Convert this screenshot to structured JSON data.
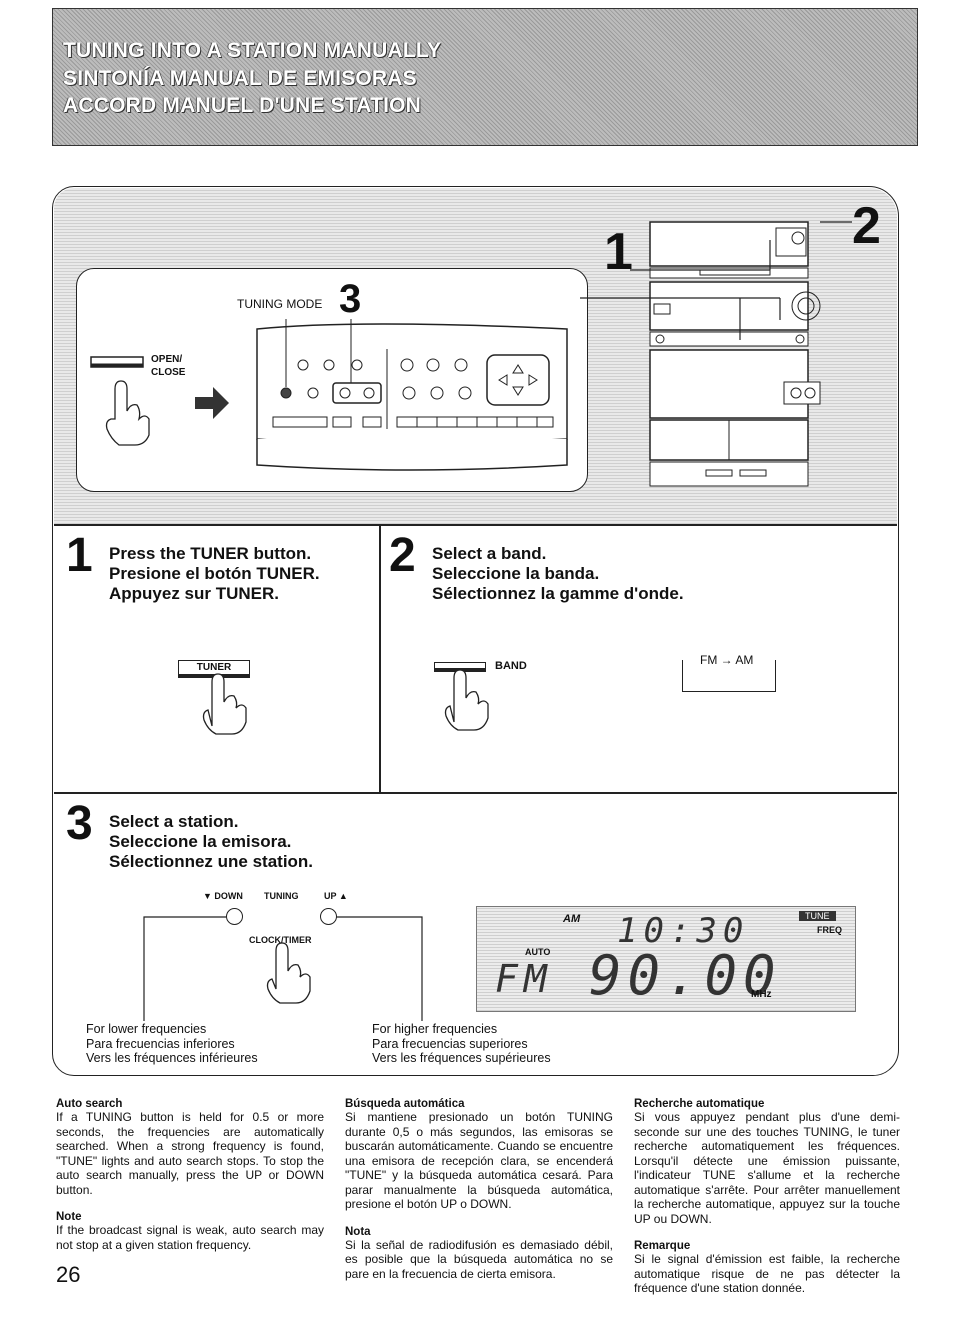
{
  "banner": {
    "line1": "TUNING INTO A STATION MANUALLY",
    "line2": "SINTONÍA MANUAL DE EMISORAS",
    "line3": "ACCORD MANUEL D'UNE STATION"
  },
  "illustration": {
    "tuning_mode_label": "TUNING MODE",
    "callout_3": "3",
    "callout_1": "1",
    "callout_2": "2",
    "open_close_label_1": "OPEN/",
    "open_close_label_2": "CLOSE"
  },
  "steps": [
    {
      "number": "1",
      "lines": [
        "Press the TUNER button.",
        "Presione el botón TUNER.",
        "Appuyez sur TUNER."
      ],
      "button_label": "TUNER"
    },
    {
      "number": "2",
      "lines": [
        "Select a band.",
        "Seleccione la banda.",
        "Sélectionnez la gamme d'onde."
      ],
      "button_label": "BAND",
      "band_cycle": "FM → AM"
    },
    {
      "number": "3",
      "lines": [
        "Select a station.",
        "Seleccione la emisora.",
        "Sélectionnez une station."
      ],
      "down_label": "▼ DOWN",
      "tuning_label": "TUNING",
      "up_label": "UP ▲",
      "clock_label": "CLOCK/TIMER",
      "lower": [
        "For lower frequencies",
        "Para frecuencias inferiores",
        "Vers les fréquences inférieures"
      ],
      "higher": [
        "For higher frequencies",
        "Para frecuencias superiores",
        "Vers les fréquences supérieures"
      ]
    }
  ],
  "display": {
    "am": "AM",
    "time": "10:30",
    "tune": "TUNE",
    "freq": "FREQ",
    "auto": "AUTO",
    "band": "FM",
    "frequency": "90.00",
    "unit": "MHz"
  },
  "columns": [
    {
      "heading": "Auto search",
      "body": "If a TUNING button is held for 0.5 or more seconds, the frequencies are automatically searched. When a strong frequency is found, \"TUNE\" lights and auto search stops. To stop the auto search manually, press the UP or DOWN button.",
      "note_heading": "Note",
      "note_body": "If the broadcast signal is weak, auto search may not stop at a given station frequency."
    },
    {
      "heading": "Búsqueda automática",
      "body": "Si mantiene presionado un botón TUNING durante 0,5 o más segundos, las emisoras se buscarán automáticamente. Cuando se encuentre una emisora de recepción clara, se encenderá \"TUNE\" y la búsqueda automática cesará. Para parar manualmente la búsqueda automática, presione el botón UP o DOWN.",
      "note_heading": "Nota",
      "note_body": "Si la señal de radiodifusión es demasiado débil, es posible que la búsqueda automática no se pare en la frecuencia de cierta emisora."
    },
    {
      "heading": "Recherche automatique",
      "body": "Si vous appuyez pendant plus d'une demi-seconde sur une des touches TUNING, le tuner recherche automatiquement les fréquences. Lorsqu'il détecte une émission puissante, l'indicateur TUNE s'allume et la recherche automatique s'arrête. Pour arrêter manuellement la recherche automatique, appuyez sur la touche UP ou DOWN.",
      "note_heading": "Remarque",
      "note_body": "Si le signal d'émission est faible, la recherche automatique risque de ne pas détecter la fréquence d'une station donnée."
    }
  ],
  "page_number": "26"
}
